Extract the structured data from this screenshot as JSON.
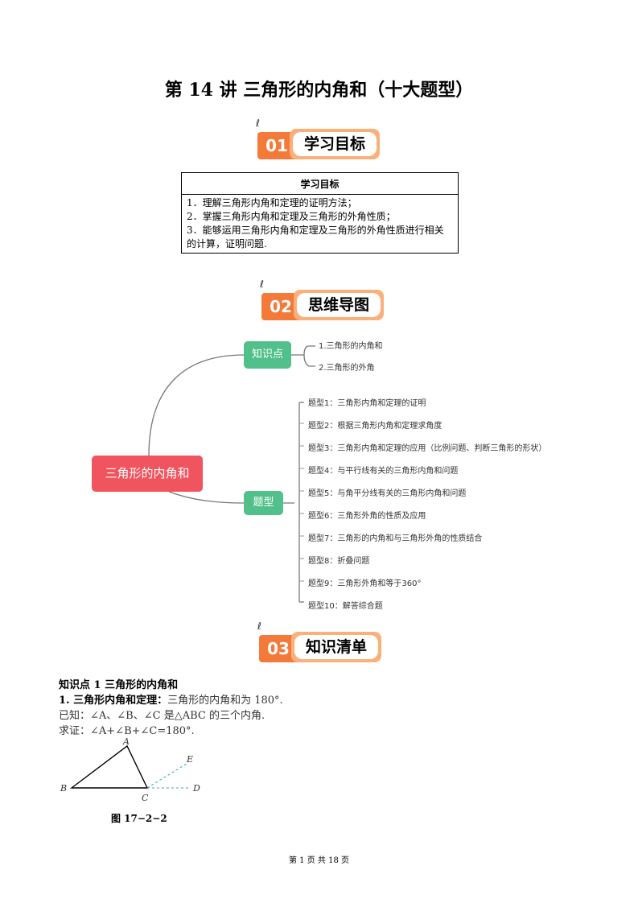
{
  "title": "第 14 讲  三角形的内角和（十大题型）",
  "sections": [
    {
      "num": "01",
      "label": "学习目标"
    },
    {
      "num": "02",
      "label": "思维导图"
    },
    {
      "num": "03",
      "label": "知识清单"
    }
  ],
  "goals": {
    "header": "学习目标",
    "items": [
      "1．理解三角形内角和定理的证明方法；",
      "2．掌握三角形内角和定理及三角形的外角性质；",
      "3．能够运用三角形内角和定理及三角形的外角性质进行相关的计算，证明问题."
    ]
  },
  "mindmap": {
    "root": "三角形的内角和",
    "branch1": {
      "label": "知识点",
      "items": [
        "1.三角形的内角和",
        "2.三角形的外角"
      ]
    },
    "branch2": {
      "label": "题型",
      "items": [
        "题型1：三角形内角和定理的证明",
        "题型2：根据三角形内角和定理求角度",
        "题型3：三角形内角和定理的应用（比例问题、判断三角形的形状）",
        "题型4：与平行线有关的三角形内角和问题",
        "题型5：与角平分线有关的三角形内角和问题",
        "题型6：三角形外角的性质及应用",
        "题型7：三角形的内角和与三角形外角的性质结合",
        "题型8：折叠问题",
        "题型9：三角形外角和等于360°",
        "题型10：解答综合题"
      ]
    },
    "colors": {
      "root": "#f0555f",
      "branch": "#52c08a"
    }
  },
  "knowledge": {
    "heading": "知识点 1  三角形的内角和",
    "theorem_label": "1. 三角形内角和定理：",
    "theorem_text": "三角形的内角和为 180°.",
    "given": "已知：∠A、∠B、∠C 是△ABC 的三个内角.",
    "prove": "求证：∠A+∠B+∠C=180°.",
    "figure": {
      "labels": [
        "A",
        "B",
        "C",
        "D",
        "E"
      ],
      "caption": "图 17−2−2"
    }
  },
  "footer": "第  1  页  共  18  页"
}
